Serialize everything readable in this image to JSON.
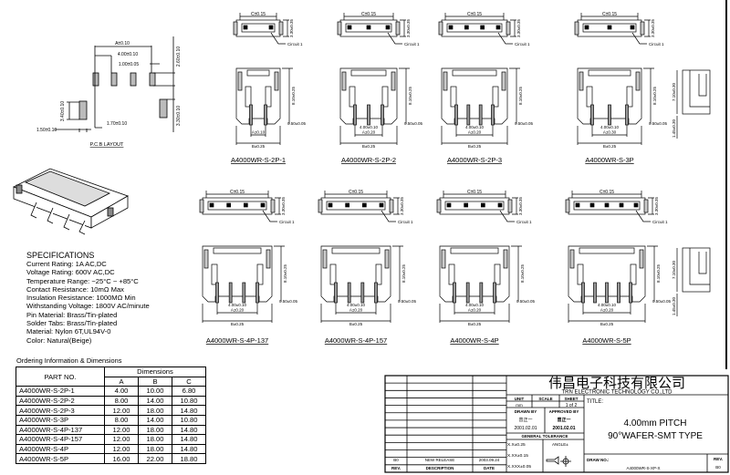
{
  "pcb": {
    "title": "P.C.B LAYOUT",
    "dims": [
      "A±0.10",
      "4.00±0.10",
      "1.00±0.05",
      "2.60±0.10",
      "3.40±0.10",
      "1.70±0.10",
      "1.50±0.10",
      "3.30±0.10"
    ]
  },
  "dims": {
    "c": "C±0.15",
    "top_h": "3.30±0.35",
    "circuit": "Circuit 1",
    "h": "8.10±0.25",
    "pin": "0.50±0.05",
    "pitch": "4.00±0.10",
    "b": "B±0.25",
    "side_h": "7.10±0.30",
    "side_t": "1.45±0.30"
  },
  "parts": [
    {
      "name": "A4000WR-S-2P-1",
      "pins": 2,
      "a": "A±0.10"
    },
    {
      "name": "A4000WR-S-2P-2",
      "pins": 3,
      "a": "A±0.20"
    },
    {
      "name": "A4000WR-S-2P-3",
      "pins": 4,
      "a": "A±0.20"
    },
    {
      "name": "A4000WR-S-3P",
      "pins": 3,
      "a": "A±0.30"
    },
    {
      "name": "A4000WR-S-4P-137",
      "pins": 4,
      "a": "A±0.20"
    },
    {
      "name": "A4000WR-S-4P-157",
      "pins": 4,
      "a": "A±0.20"
    },
    {
      "name": "A4000WR-S-4P",
      "pins": 4,
      "a": "A±0.20"
    },
    {
      "name": "A4000WR-S-5P",
      "pins": 5,
      "a": "A±0.20"
    }
  ],
  "specs": {
    "title": "SPECIFICATIONS",
    "lines": [
      "Current Rating: 1A AC,DC",
      "Voltage Rating: 600V AC,DC",
      "Temperature Range: −25°C ~ +85°C",
      "Contact Resistance: 10mΩ Max",
      "Insulation Resistance: 1000MΩ Min",
      "Withstanding Voltage: 1800V AC/minute",
      "Pin Material: Brass/Tin-plated",
      "Solder Tabs: Brass/Tin-plated",
      "Material: Nylon 6T,UL94V-0",
      "Color: Natural(Beige)"
    ]
  },
  "ordering": {
    "title": "Ordering Information & Dimensions",
    "part_header": "PART NO.",
    "dims_header": "Dimensions",
    "cols": [
      "A",
      "B",
      "C"
    ],
    "rows": [
      [
        "A4000WR-S-2P-1",
        "4.00",
        "10.00",
        "6.80"
      ],
      [
        "A4000WR-S-2P-2",
        "8.00",
        "14.00",
        "10.80"
      ],
      [
        "A4000WR-S-2P-3",
        "12.00",
        "18.00",
        "14.80"
      ],
      [
        "A4000WR-S-3P",
        "8.00",
        "14.00",
        "10.80"
      ],
      [
        "A4000WR-S-4P-137",
        "12.00",
        "18.00",
        "14.80"
      ],
      [
        "A4000WR-S-4P-157",
        "12.00",
        "18.00",
        "14.80"
      ],
      [
        "A4000WR-S-4P",
        "12.00",
        "18.00",
        "14.80"
      ],
      [
        "A4000WR-S-5P",
        "16.00",
        "22.00",
        "18.80"
      ]
    ]
  },
  "titleblock": {
    "company_cn": "伟昌电子科技有限公司",
    "company_en": "TRN ELECTRONIC TECHNOLOGY CO.,LTD",
    "unit_label": "UNIT",
    "unit": "mm",
    "scale_label": "SCALE",
    "sheet_label": "SHEET",
    "sheet": "1 of 2",
    "drawn_label": "DRAWN BY",
    "drawn_by": "曾正一",
    "drawn_date": "2001.02.01",
    "approved_label": "APPROVED BY",
    "approved_by": "曾正一",
    "approved_date": "2001.02.01",
    "tolerance_label": "GENERAL TOLERANCE",
    "tol": [
      "X.X±0.25",
      "X.XX±0.15",
      "X.XXX±0.05"
    ],
    "angle_label": "ANGLE±",
    "title_label": "TITLE:",
    "title_line1": "4.00mm PITCH",
    "title_line2": "90°WAFER-SMT TYPE",
    "drawno_label": "DRAW NO.:",
    "drawno": "A4000WR-S-XP-X",
    "rev_label": "REV.",
    "rev": "B0",
    "rev_rows": [
      {
        "rev": "B0",
        "desc": "NEW RELEASE",
        "date": "2003.09.24"
      }
    ],
    "rev_hdr": {
      "rev": "REV.",
      "desc": "DESCRIPTION",
      "date": "DATE"
    }
  }
}
